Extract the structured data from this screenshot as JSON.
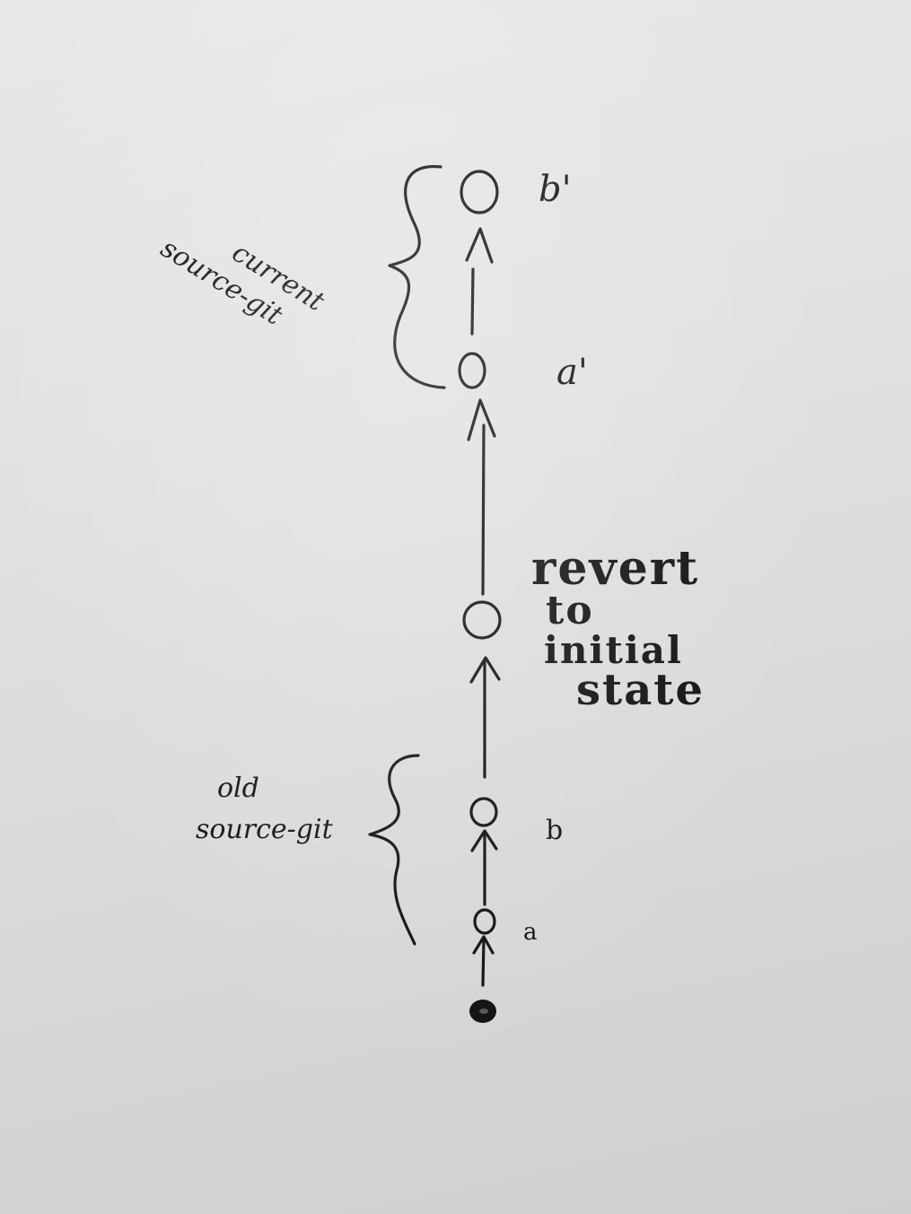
{
  "labels": {
    "commit_b_prime": "b'",
    "commit_a_prime": "a'",
    "revert_line1": "revert",
    "revert_line2": "to",
    "revert_line3": "initial",
    "revert_line4": "state",
    "commit_b": "b",
    "commit_a": "a",
    "current_line1": "current",
    "current_line2": "source-git",
    "old_line1": "old",
    "old_line2": "source-git"
  },
  "colors": {
    "ink": "#111111",
    "board": "#e1e1df"
  }
}
